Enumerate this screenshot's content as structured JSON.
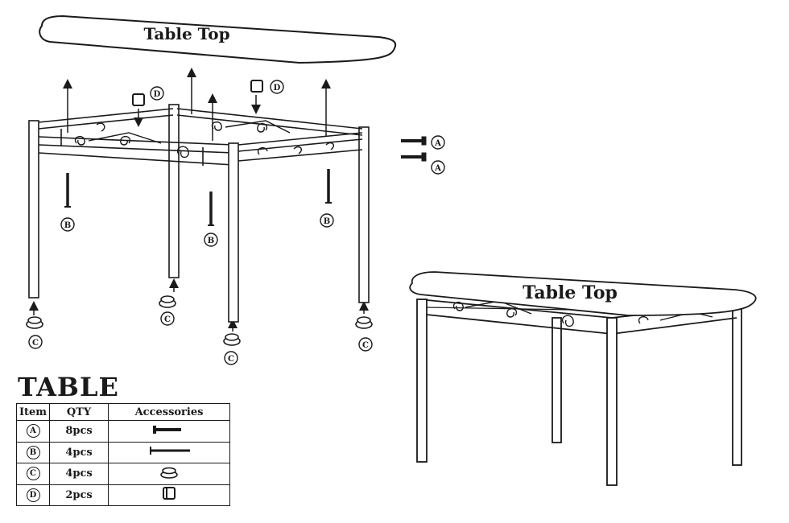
{
  "labels": {
    "table_top_exploded": "Table Top",
    "table_top_assembled": "Table Top",
    "part_a": "A",
    "part_b": "B",
    "part_c": "C",
    "part_d": "D"
  },
  "parts_table": {
    "title": "TABLE",
    "headers": [
      "Item",
      "QTY",
      "Accessories"
    ],
    "rows": [
      {
        "item": "A",
        "qty": "8pcs",
        "accessory": "screw-bolt-icon"
      },
      {
        "item": "B",
        "qty": "4pcs",
        "accessory": "long-screw-icon"
      },
      {
        "item": "C",
        "qty": "4pcs",
        "accessory": "leg-cap-icon"
      },
      {
        "item": "D",
        "qty": "2pcs",
        "accessory": "barrel-nut-icon"
      }
    ]
  }
}
